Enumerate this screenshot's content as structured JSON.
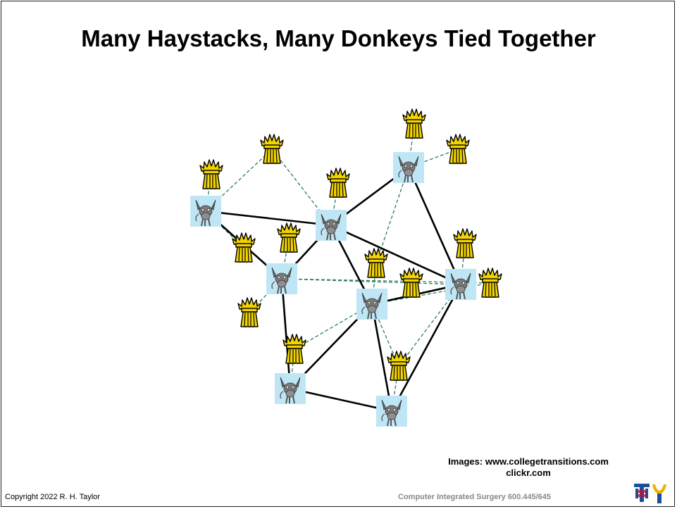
{
  "slide": {
    "title": "Many Haystacks, Many Donkeys Tied Together",
    "credits_line1": "Images: www.collegetransitions.com",
    "credits_line2": "clickr.com",
    "copyright": "Copyright 2022 R. H. Taylor",
    "course": "Computer Integrated Surgery 600.445/645"
  },
  "colors": {
    "frame": "#222222",
    "solid_edge": "#000000",
    "dashed_edge": "#2e7d5b",
    "haystack": "#f2d400",
    "donkey_bg": "#bfe6f5",
    "donkey": "#6b6b6b",
    "course_text": "#8a8a8a"
  },
  "diagram": {
    "donkeys": [
      {
        "id": "D1"
      },
      {
        "id": "D2"
      },
      {
        "id": "D3"
      },
      {
        "id": "D4"
      },
      {
        "id": "D5"
      },
      {
        "id": "D6"
      },
      {
        "id": "D7"
      },
      {
        "id": "D8"
      }
    ],
    "haystacks": [
      {
        "id": "H1"
      },
      {
        "id": "H2"
      },
      {
        "id": "H3"
      },
      {
        "id": "H4"
      },
      {
        "id": "H5"
      },
      {
        "id": "H6"
      },
      {
        "id": "H7"
      },
      {
        "id": "H8"
      },
      {
        "id": "H9"
      },
      {
        "id": "H10"
      },
      {
        "id": "H11"
      },
      {
        "id": "H12"
      },
      {
        "id": "H13"
      },
      {
        "id": "H14"
      }
    ],
    "solid_edges": [
      [
        "D1",
        "D2"
      ],
      [
        "D1",
        "D3"
      ],
      [
        "D2",
        "D3"
      ],
      [
        "D2",
        "D4"
      ],
      [
        "D2",
        "D5"
      ],
      [
        "D4",
        "D6"
      ],
      [
        "D2",
        "D6"
      ],
      [
        "D3",
        "D7"
      ],
      [
        "D6",
        "D8"
      ],
      [
        "D5",
        "D6"
      ],
      [
        "D5",
        "D8"
      ],
      [
        "D7",
        "D8"
      ],
      [
        "D5",
        "D7"
      ]
    ],
    "dashed_edges": [
      [
        "D1",
        "H1"
      ],
      [
        "D1",
        "H2"
      ],
      [
        "D2",
        "H2"
      ],
      [
        "D1",
        "H4"
      ],
      [
        "D2",
        "H3"
      ],
      [
        "D3",
        "H5"
      ],
      [
        "D3",
        "H6"
      ],
      [
        "D4",
        "H7"
      ],
      [
        "D4",
        "H8"
      ],
      [
        "D4",
        "H10"
      ],
      [
        "D6",
        "H9"
      ],
      [
        "D6",
        "H11"
      ],
      [
        "D3",
        "H12"
      ],
      [
        "D5",
        "H12"
      ],
      [
        "D5",
        "H10"
      ],
      [
        "D5",
        "H14"
      ],
      [
        "D7",
        "H13"
      ],
      [
        "D5",
        "H13"
      ],
      [
        "D8",
        "H14"
      ],
      [
        "D6",
        "H14"
      ],
      [
        "D3",
        "H11"
      ]
    ]
  }
}
